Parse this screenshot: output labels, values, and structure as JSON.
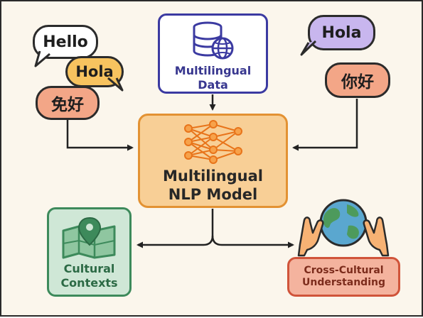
{
  "bubbles": {
    "hello": "Hello",
    "hola_left": "Hola",
    "chinese_left": "免好",
    "hola_right": "Hola",
    "chinese_right": "你好"
  },
  "nodes": {
    "data_line1": "Multilingual",
    "data_line2": "Data",
    "model_line1": "Multilingual",
    "model_line2": "NLP Model",
    "culture_line1": "Cultural",
    "culture_line2": "Contexts",
    "understand_line1": "Cross-Cultural",
    "understand_line2": "Understanding"
  },
  "colors": {
    "background": "#fbf6ec",
    "data_border": "#3b3aa1",
    "model_fill": "#f8cf96",
    "model_border": "#e39233",
    "culture_fill": "#cfe7d6",
    "culture_border": "#3d8a5b",
    "understand_fill": "#f4b39e",
    "understand_border": "#d0543a",
    "bubble_yellow": "#f7c35f",
    "bubble_salmon": "#f3a687",
    "bubble_purple": "#c8b6ee"
  },
  "icons": {
    "data": "database-globe-icon",
    "model": "neural-network-icon",
    "culture": "map-pin-icon",
    "understand": "hands-globe-icon"
  }
}
